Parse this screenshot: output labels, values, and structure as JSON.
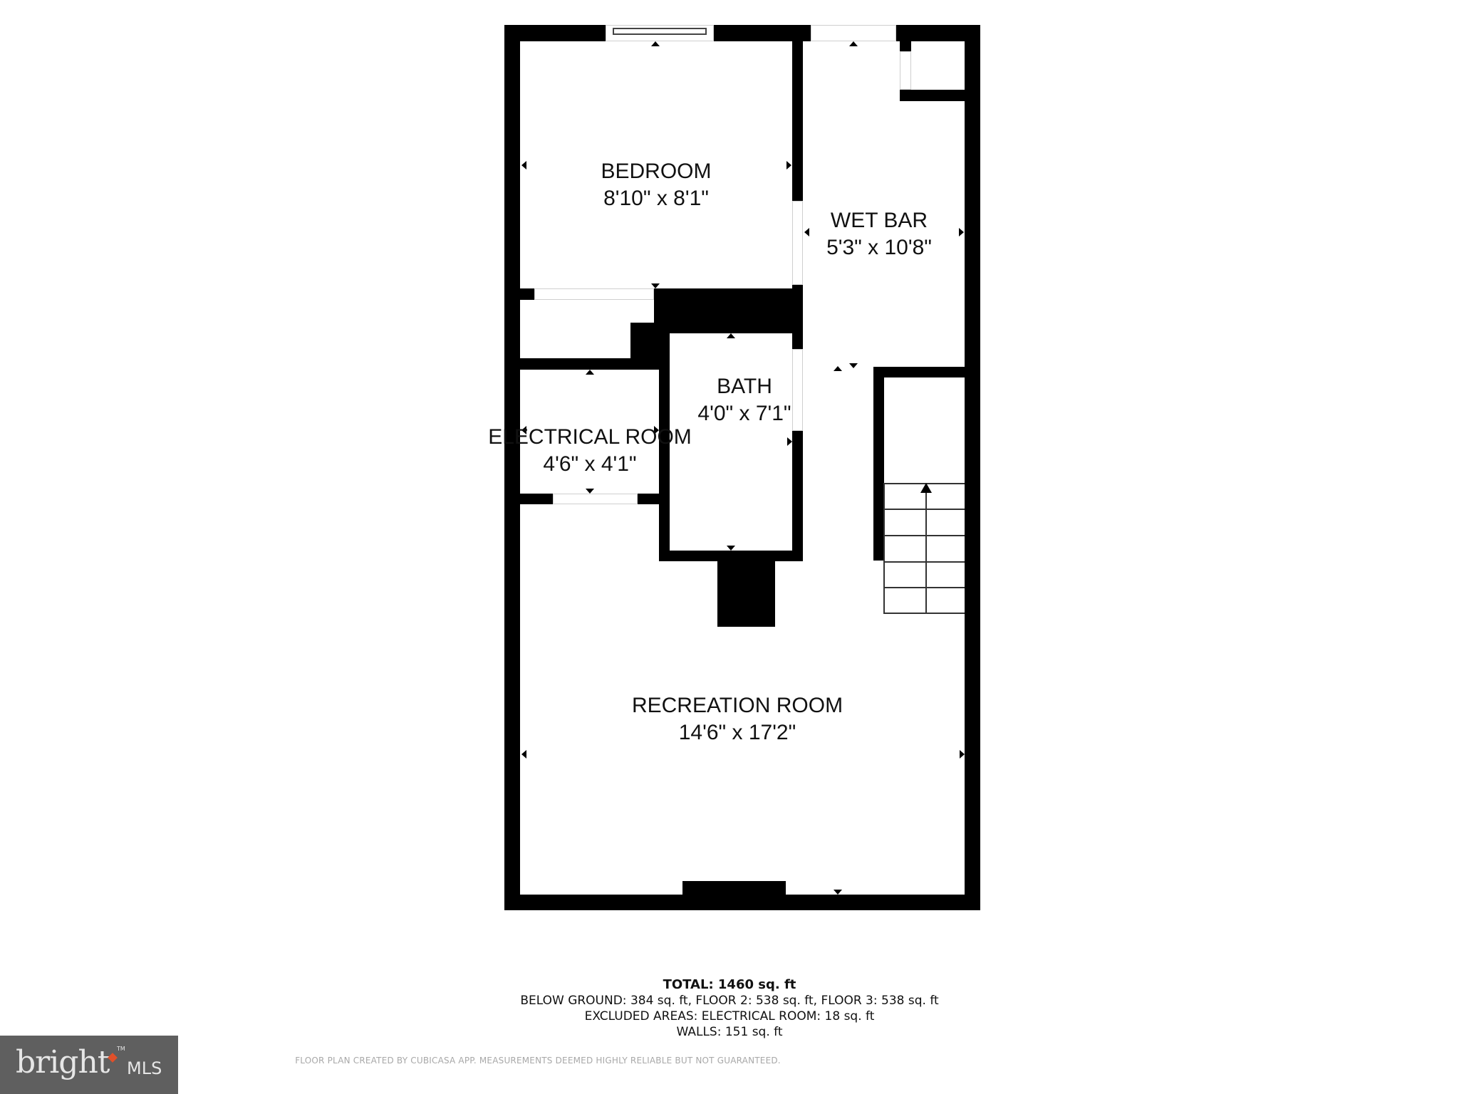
{
  "floorplan": {
    "rooms": [
      {
        "name": "BEDROOM",
        "dimensions": "8'10\" x 8'1\""
      },
      {
        "name": "WET BAR",
        "dimensions": "5'3\" x 10'8\""
      },
      {
        "name": "BATH",
        "dimensions": "4'0\" x 7'1\""
      },
      {
        "name": "ELECTRICAL ROOM",
        "dimensions": "4'6\" x 4'1\""
      },
      {
        "name": "RECREATION ROOM",
        "dimensions": "14'6\" x 17'2\""
      }
    ],
    "stairs": {
      "direction": "up",
      "steps": 5
    }
  },
  "summary": {
    "total": "TOTAL: 1460 sq. ft",
    "floors": "BELOW GROUND: 384 sq. ft, FLOOR 2: 538 sq. ft, FLOOR 3: 538 sq. ft",
    "excluded": "EXCLUDED AREAS: ELECTRICAL ROOM: 18 sq. ft",
    "walls": "WALLS: 151 sq. ft"
  },
  "disclaimer": "FLOOR PLAN CREATED BY CUBICASA APP. MEASUREMENTS DEEMED HIGHLY RELIABLE BUT NOT GUARANTEED.",
  "logo": {
    "word": "bright",
    "suffix": "MLS",
    "tm": "TM",
    "background": "#5f5f5f",
    "accent": "#e0502a"
  }
}
